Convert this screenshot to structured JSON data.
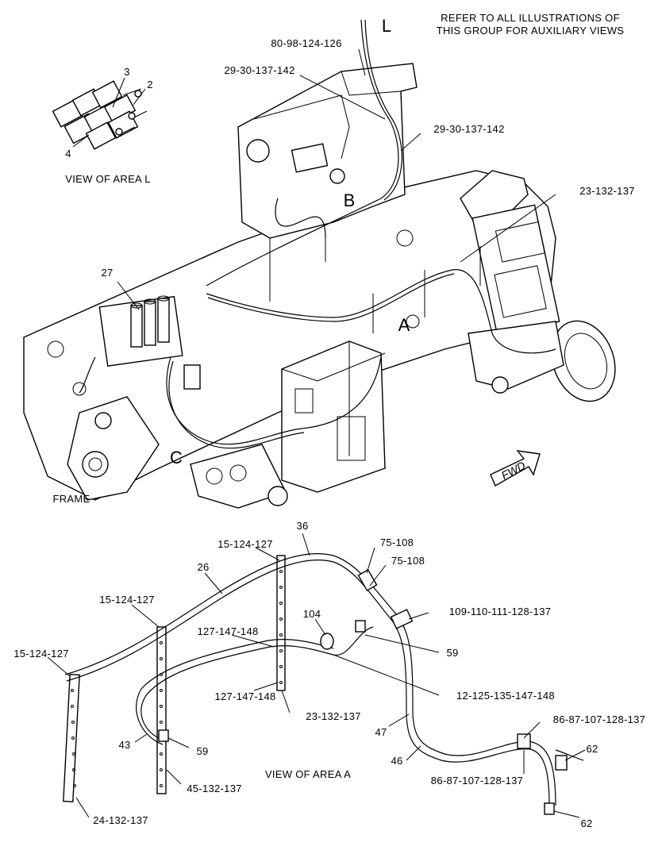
{
  "note": {
    "line1": "REFER TO ALL ILLUSTRATIONS OF",
    "line2": "THIS GROUP FOR AUXILIARY VIEWS"
  },
  "fwd_label": "FWD",
  "view_labels": {
    "area_l": "VIEW OF AREA L",
    "area_a": "VIEW OF AREA A",
    "frame": "FRAME"
  },
  "area_letters": {
    "l": "L",
    "b": "B",
    "a": "A",
    "c": "C"
  },
  "callouts": {
    "c_80_98": "80-98-124-126",
    "c_29_30_top": "29-30-137-142",
    "c_29_30_right": "29-30-137-142",
    "c_23_132_top": "23-132-137",
    "c_27": "27",
    "c_3": "3",
    "c_2": "2",
    "c_4": "4",
    "c_36": "36",
    "c_15_124_top": "15-124-127",
    "c_26": "26",
    "c_75_108_a": "75-108",
    "c_75_108_b": "75-108",
    "c_15_124_mid": "15-124-127",
    "c_109_110": "109-110-111-128-137",
    "c_104": "104",
    "c_127_147_148_top": "127-147-148",
    "c_59_right": "59",
    "c_15_124_left": "15-124-127",
    "c_127_147_148_mid": "127-147-148",
    "c_12_125": "12-125-135-147-148",
    "c_23_132_bottom": "23-132-137",
    "c_86_87_right": "86-87-107-128-137",
    "c_47": "47",
    "c_43": "43",
    "c_59_left": "59",
    "c_46": "46",
    "c_62_upper": "62",
    "c_86_87_bottom": "86-87-107-128-137",
    "c_45_132": "45-132-137",
    "c_24_132": "24-132-137",
    "c_62_lower": "62"
  }
}
